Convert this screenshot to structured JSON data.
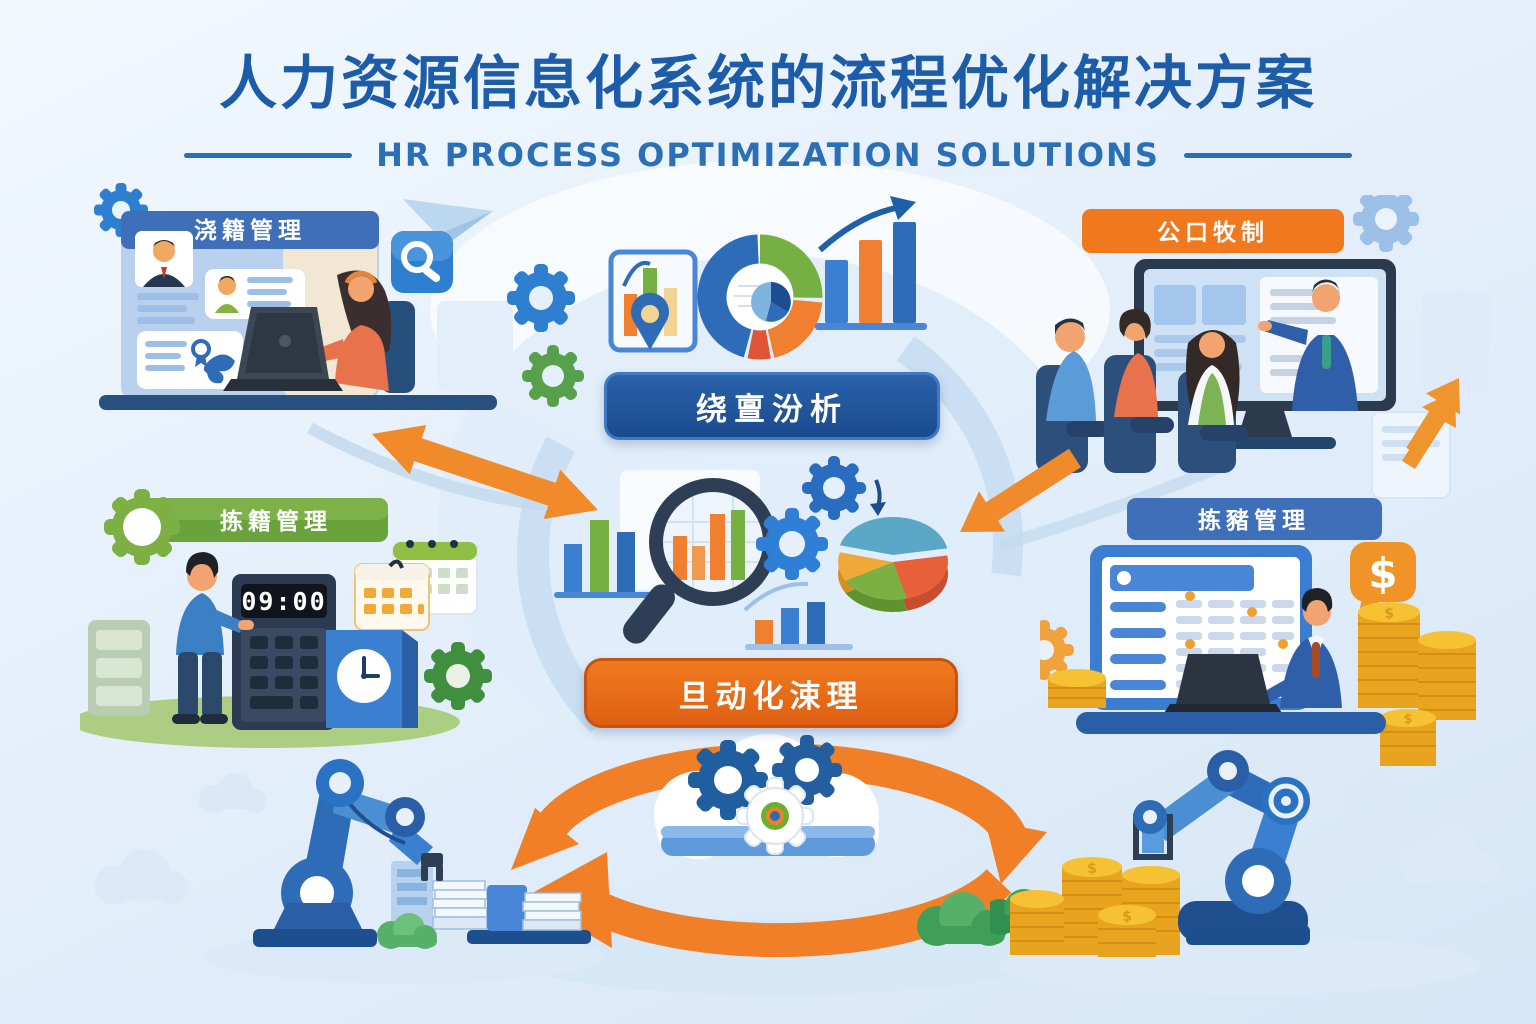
{
  "header": {
    "title_zh": "人力资源信息化系统的流程优化解决方案",
    "subtitle_en": "HR PROCESS OPTIMIZATION SOLUTIONS"
  },
  "sections": {
    "recruitment": {
      "label_zh": "浇籍管理"
    },
    "training": {
      "label_zh": "公口牧制"
    },
    "analysis": {
      "label_zh": "绕亶汾析"
    },
    "attendance": {
      "label_zh": "拣籍管理",
      "time_display": "09:00"
    },
    "payroll": {
      "label_zh": "拣豬管理",
      "currency_symbol": "$",
      "coin_symbol": "$"
    },
    "automation": {
      "label_zh": "旦动化涑理"
    }
  },
  "colors": {
    "title_blue": "#1c5ca8",
    "subtitle_blue": "#2b6fb6",
    "banner_blue": "#3f6fb8",
    "banner_orange": "#f0781e",
    "banner_green": "#6aa33c",
    "analysis_navy": "#1d4d92",
    "automation_orange": "#e8661a",
    "arrow_orange": "#f08a2a",
    "coin_gold": "#f3b32b",
    "robot_blue": "#3b82c9",
    "background_blue": "#e6f0fb"
  },
  "icons": {
    "gear": "cog-shape",
    "magnifier": "magnifying-glass",
    "location_pin": "map-pin",
    "clock": "analog-clock",
    "calendar": "calendar-grid",
    "cursor": "arrow-cursor",
    "cloud": "cloud-shape",
    "paper_plane": "paper-plane",
    "dollar": "$"
  }
}
